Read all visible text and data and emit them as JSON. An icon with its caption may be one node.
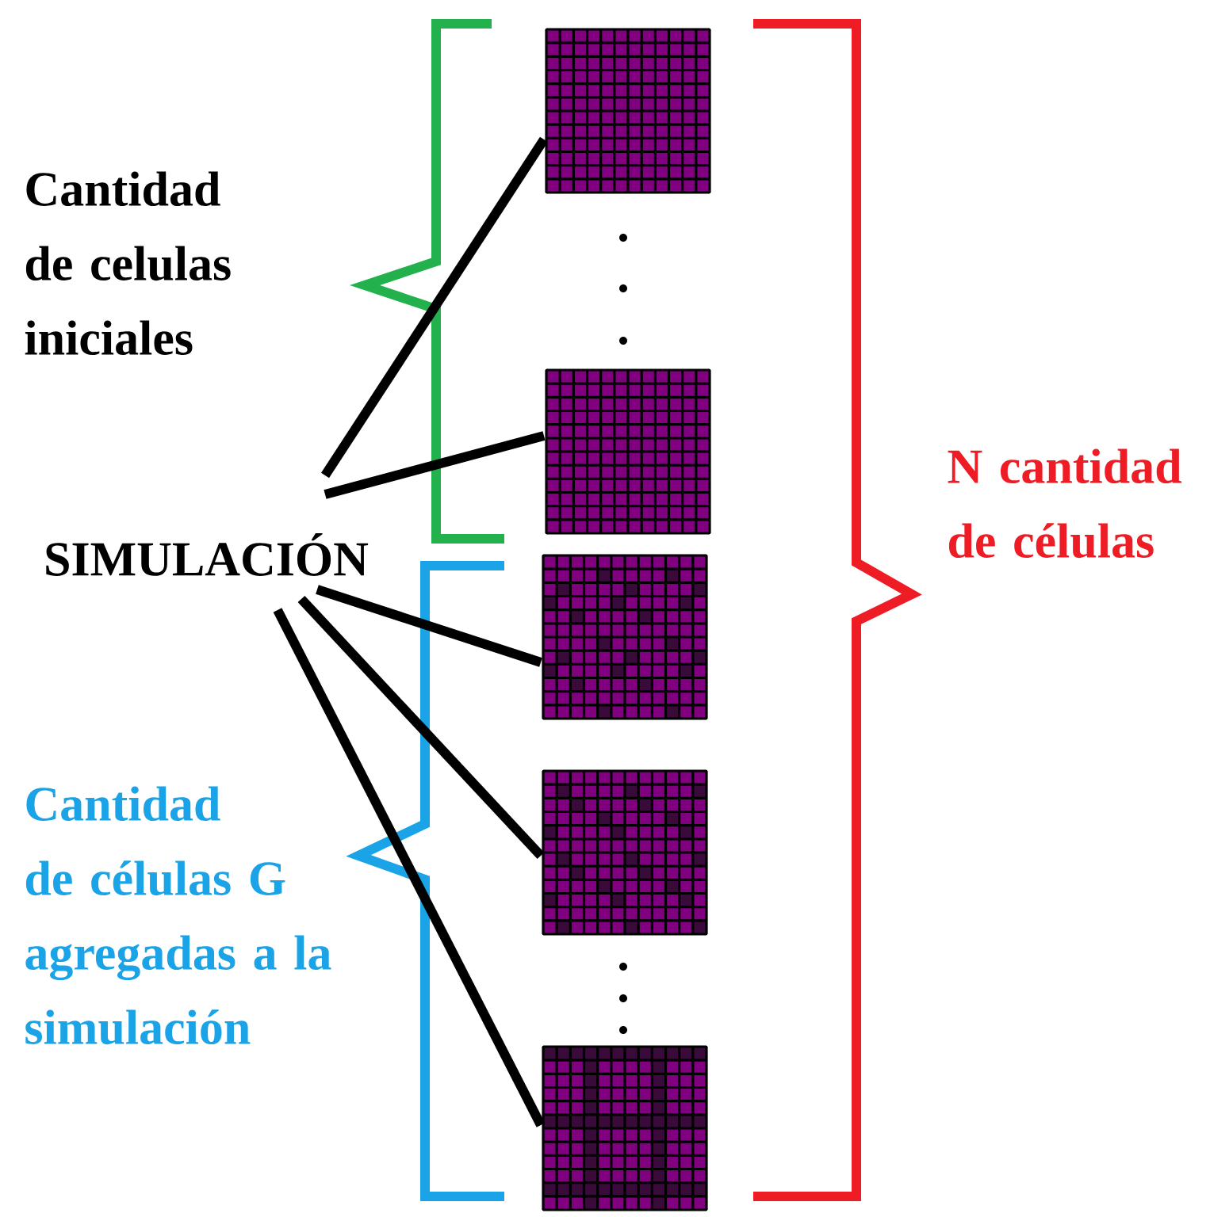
{
  "diagram": {
    "nodes": [
      {
        "text": [
          "SIMULACIÓN"
        ]
      },
      {
        "text": [],
        "shape": "picture"
      },
      {
        "text": [],
        "shape": "picture"
      },
      {
        "text": [],
        "shape": "picture"
      },
      {
        "text": [],
        "shape": "picture"
      },
      {
        "text": [],
        "shape": "picture"
      }
    ],
    "edges": [
      {
        "from": 0,
        "to": 1,
        "arrow": "none"
      },
      {
        "from": 0,
        "to": 2,
        "arrow": "none"
      },
      {
        "from": 0,
        "to": 3,
        "arrow": "none"
      },
      {
        "from": 0,
        "to": 4,
        "arrow": "none"
      },
      {
        "from": 0,
        "to": 5,
        "arrow": "none"
      }
    ],
    "labels": [
      "Cantidad de celulas iniciales",
      "Cantidad de células G agregadas a la simulación",
      "N cantidad de células"
    ]
  }
}
